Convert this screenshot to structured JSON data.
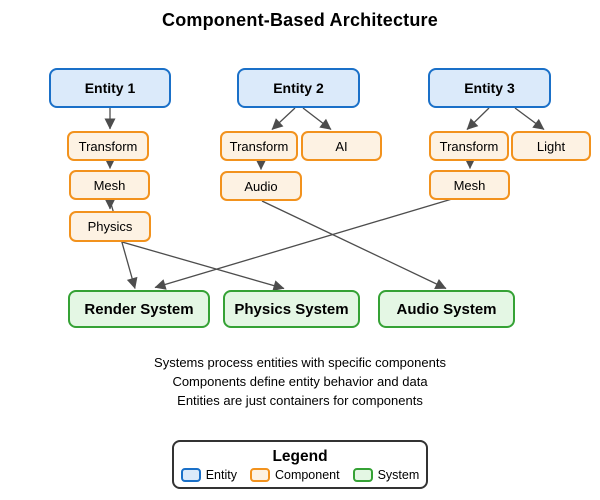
{
  "title": "Component-Based Architecture",
  "colors": {
    "entity_fill": "#dbeafa",
    "entity_border": "#1a70c8",
    "component_fill": "#fdf2e3",
    "component_border": "#f2921d",
    "system_fill": "#e4f7e4",
    "system_border": "#35a235",
    "arrow": "#4d4d4d",
    "legend_border": "#333333",
    "background": "#ffffff"
  },
  "nodes": {
    "entity1": "Entity 1",
    "entity2": "Entity 2",
    "entity3": "Entity 3",
    "e1_transform": "Transform",
    "e1_mesh": "Mesh",
    "e1_physics": "Physics",
    "e2_transform": "Transform",
    "e2_ai": "AI",
    "e2_audio": "Audio",
    "e3_transform": "Transform",
    "e3_light": "Light",
    "e3_mesh": "Mesh",
    "render_system": "Render System",
    "physics_system": "Physics System",
    "audio_system": "Audio System"
  },
  "edges": [
    {
      "from": "entity1",
      "to": "e1_transform"
    },
    {
      "from": "e1_transform",
      "to": "e1_mesh"
    },
    {
      "from": "e1_mesh",
      "to": "e1_physics"
    },
    {
      "from": "entity2",
      "to": "e2_transform"
    },
    {
      "from": "entity2",
      "to": "e2_ai"
    },
    {
      "from": "e2_transform",
      "to": "e2_audio"
    },
    {
      "from": "entity3",
      "to": "e3_transform"
    },
    {
      "from": "entity3",
      "to": "e3_light"
    },
    {
      "from": "e3_transform",
      "to": "e3_mesh"
    },
    {
      "from": "e1_mesh",
      "to": "render_system"
    },
    {
      "from": "e1_physics",
      "to": "physics_system"
    },
    {
      "from": "e2_audio",
      "to": "audio_system"
    },
    {
      "from": "e3_mesh",
      "to": "render_system"
    }
  ],
  "notes": [
    "Systems process entities with specific components",
    "Components define entity behavior and data",
    "Entities are just containers for components"
  ],
  "legend": {
    "title": "Legend",
    "items": [
      {
        "label": "Entity"
      },
      {
        "label": "Component"
      },
      {
        "label": "System"
      }
    ]
  }
}
